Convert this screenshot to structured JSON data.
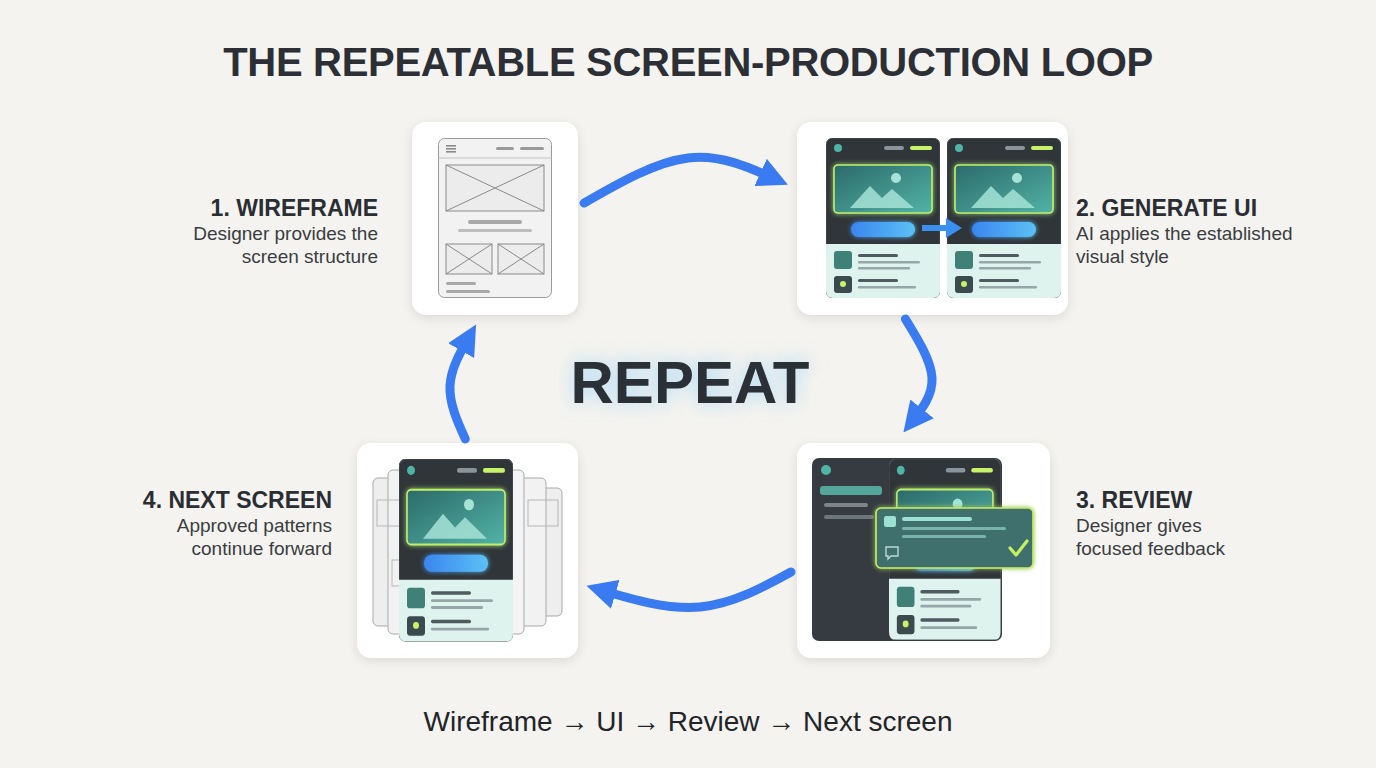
{
  "diagram": {
    "title": "THE REPEATABLE SCREEN-PRODUCTION LOOP",
    "caption": "Wireframe → UI → Review → Next screen",
    "nodes": [
      {
        "text": [
          "1. WIREFRAME",
          "Designer provides the screen structure"
        ]
      },
      {
        "text": [
          "2. GENERATE UI",
          "AI applies the established visual style"
        ]
      },
      {
        "text": [
          "3. REVIEW",
          "Designer gives focused feedback"
        ]
      },
      {
        "text": [
          "4. NEXT SCREEN",
          "Approved patterns continue forward"
        ]
      }
    ],
    "edges": [
      {
        "from": 0,
        "to": 1,
        "arrow": "to"
      },
      {
        "from": 1,
        "to": 2,
        "arrow": "to"
      },
      {
        "from": 2,
        "to": 3,
        "arrow": "to"
      },
      {
        "from": 3,
        "to": 0,
        "arrow": "to"
      }
    ],
    "labels": [
      "REPEAT"
    ]
  }
}
